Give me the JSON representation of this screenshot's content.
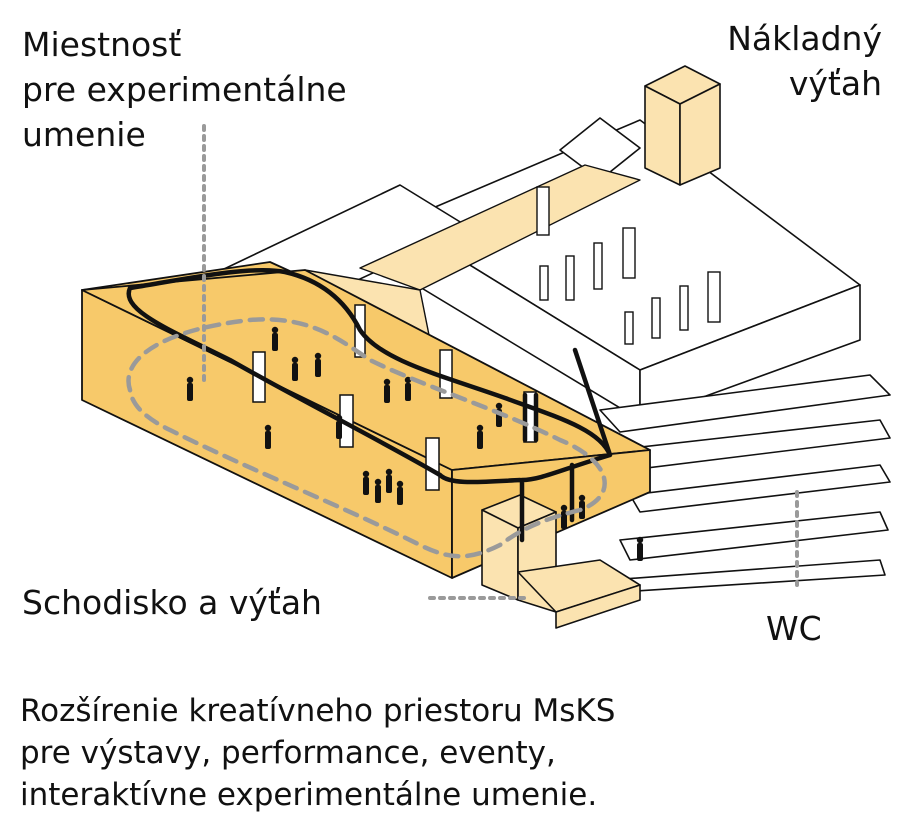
{
  "labels": {
    "experimental_room": "Miestnosť\npre experimentálne\numenie",
    "freight_elevator": "Nákladný\nvýťah",
    "stairs_elevator": "Schodisko a výťah",
    "wc": "WC"
  },
  "caption": [
    "Rozšírenie kreatívneho priestoru MsKS",
    "pre výstavy, performance, eventy,",
    "interaktívne experimentálne umenie."
  ],
  "colors": {
    "highlight_fill": "#f7c96a",
    "highlight_light": "#fbe3b0",
    "outline": "#111111",
    "dotted_leader": "#9a9a9a"
  }
}
